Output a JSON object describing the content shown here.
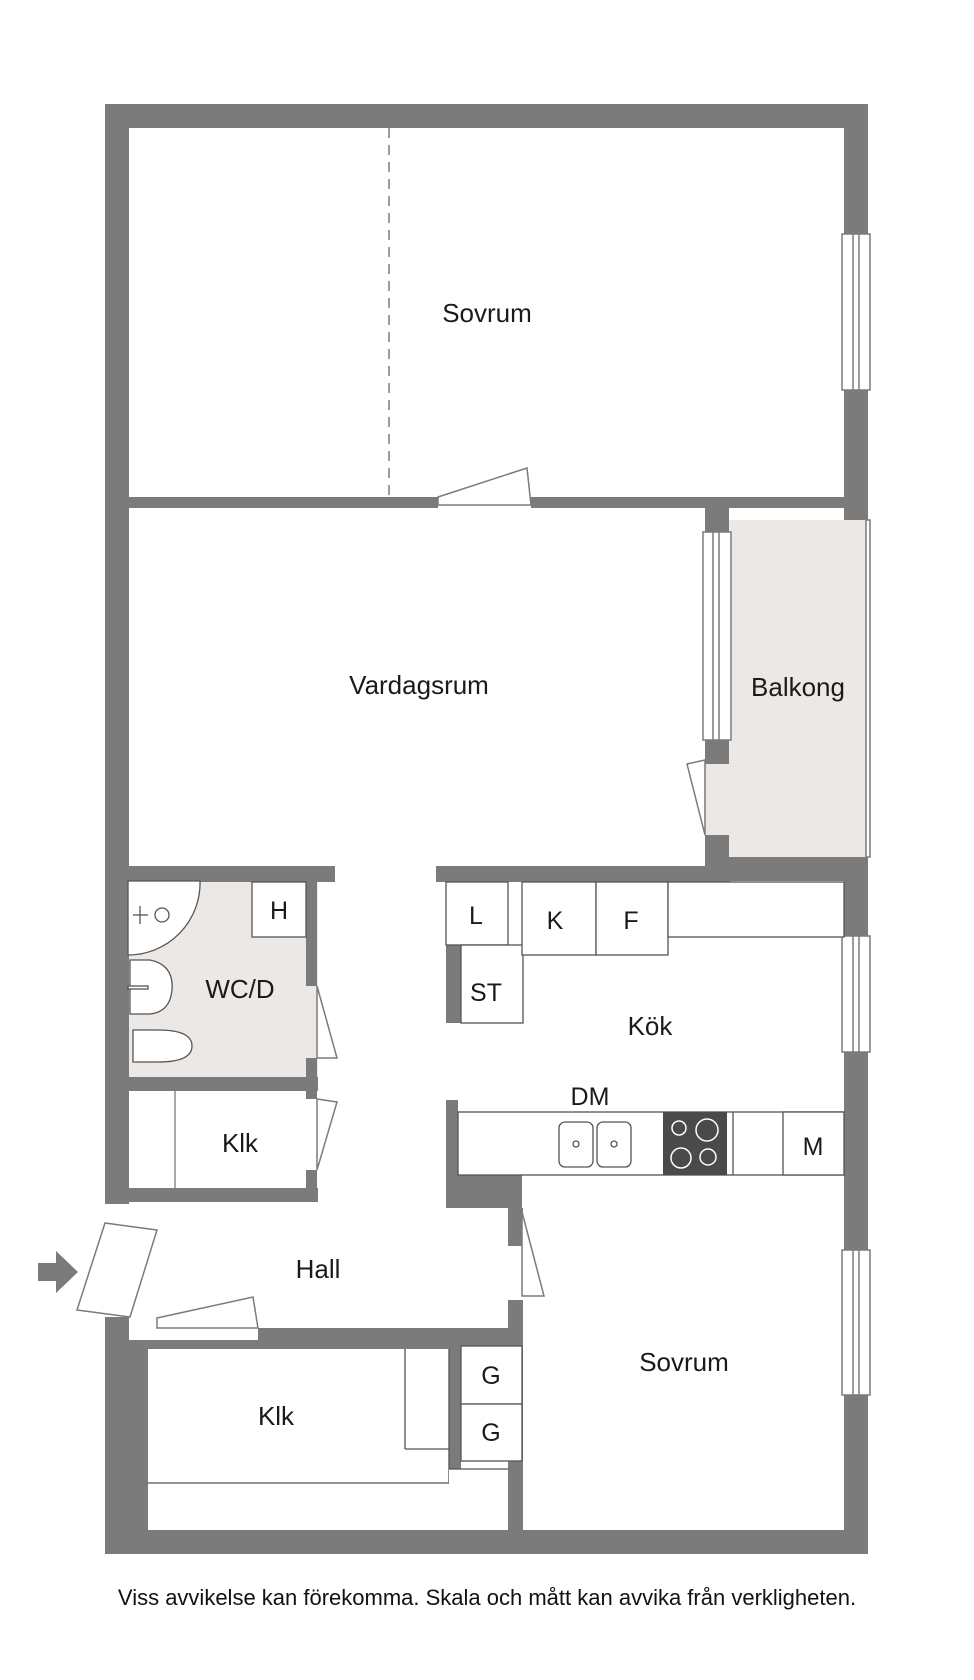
{
  "rooms": {
    "sovrum_top": "Sovrum",
    "vardagsrum": "Vardagsrum",
    "balkong": "Balkong",
    "wcd": "WC/D",
    "klk_upper": "Klk",
    "kok": "Kök",
    "hall": "Hall",
    "klk_lower": "Klk",
    "sovrum_bottom": "Sovrum"
  },
  "fixtures": {
    "h": "H",
    "l": "L",
    "k": "K",
    "f": "F",
    "st": "ST",
    "dm": "DM",
    "m": "M",
    "g1": "G",
    "g2": "G"
  },
  "disclaimer": "Viss avvikelse kan förekomma. Skala och mått kan avvika från verkligheten.",
  "colors": {
    "wall": "#7b7b7b",
    "wet_room": "#ece8e5",
    "balcony": "#ece8e5",
    "stove": "#4a4a4a",
    "entrance_arrow": "#7b7b7b"
  }
}
